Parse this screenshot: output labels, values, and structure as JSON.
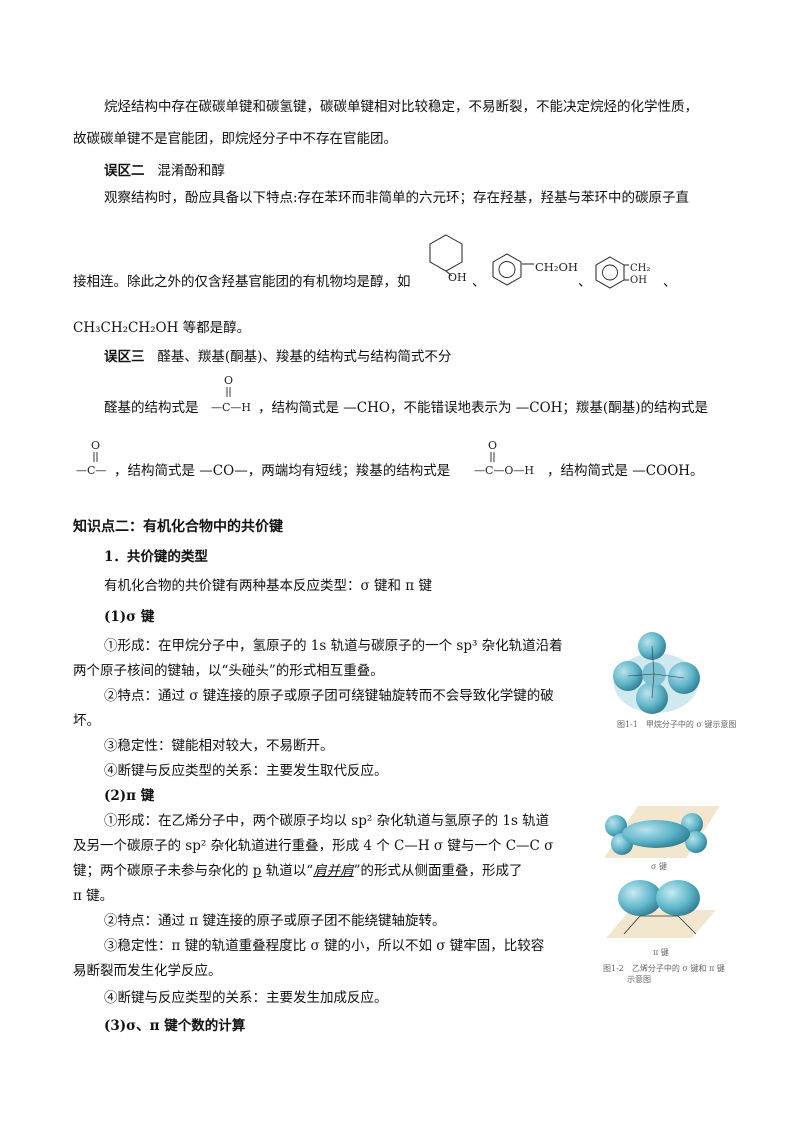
{
  "intro": {
    "line1": "烷烃结构中存在碳碳单键和碳氢键，碳碳单键相对比较稳定，不易断裂，不能决定烷烃的化学性质，",
    "line2": "故碳碳单键不是官能团，即烷烃分子中不存在官能团。"
  },
  "err2": {
    "label": "误区二",
    "title": "混淆酚和醇",
    "line1": "观察结构时，酚应具备以下特点:存在苯环而非简单的六元环；存在羟基，羟基与苯环中的碳原子直",
    "line2": "接相连。除此之外的仅含羟基官能团的有机物均是醇，如",
    "sep1": "、",
    "sep2": "、",
    "sep3": "、",
    "s1_oh": "OH",
    "s2_label": "CH₂OH",
    "s3_ch2": "CH₂",
    "s3_oh": "OH",
    "line3": "CH₃CH₂CH₂OH 等都是醇。"
  },
  "err3": {
    "label": "误区三",
    "title": "醛基、羰基(酮基)、羧基的结构式与结构简式不分",
    "l1a": "醛基的结构式是",
    "l1b": "，结构简式是 —CHO，不能错误地表示为 —COH；羰基(酮基)的结构式是",
    "l2a": "，结构简式是 —CO—，两端均有短线；羧基的结构式是",
    "l2b": "，结构简式是 —COOH。",
    "ald_o": "O",
    "ald_c": "—C—H",
    "ket_o": "O",
    "ket_c": "—C—",
    "carb_o": "O",
    "carb_c": "—C—O—H"
  },
  "kp2": {
    "title": "知识点二：有机化合物中的共价键",
    "sub1": "1．共价键的类型",
    "intro": "有机化合物的共价键有两种基本反应类型：σ 键和 π 键",
    "sigma": {
      "head": "(1)σ 键",
      "f1": "①形成：在甲烷分子中，氢原子的 1s 轨道与碳原子的一个 sp³ 杂化轨道沿着",
      "f2": "两个原子核间的键轴，以“头碰头”的形式相互重叠。",
      "t1": "②特点：通过 σ 键连接的原子或原子团可绕键轴旋转而不会导致化学键的破",
      "t2": "坏。",
      "s1": "③稳定性：键能相对较大，不易断开。",
      "r1": "④断键与反应类型的关系：主要发生取代反应。"
    },
    "pi": {
      "head": "(2)π 键",
      "f1": "①形成：在乙烯分子中，两个碳原子均以 sp² 杂化轨道与氢原子的 1s 轨道",
      "f2": "及另一个碳原子的 sp² 杂化轨道进行重叠，形成 4 个 C—H σ 键与一个 C—C σ",
      "f3a": "键；两个碳原子未参与杂化的 ",
      "f3u1": "p",
      "f3b": " 轨道以“",
      "f3u2": "肩并肩",
      "f3c": "”的形式从侧面重叠，形成了",
      "f4": "π 键。",
      "t1": "②特点：通过 π 键连接的原子或原子团不能绕键轴旋转。",
      "s1": "③稳定性：π 键的轨道重叠程度比 σ 键的小，所以不如 σ 键牢固，比较容",
      "s2": "易断裂而发生化学反应。",
      "r1": "④断键与反应类型的关系：主要发生加成反应。"
    },
    "count_head": "(3)σ、π 键个数的计算"
  },
  "fig1": {
    "caption": "图1-1　甲烷分子中的 σ 键示意图"
  },
  "fig2": {
    "sigma_label": "σ 键",
    "pi_label": "π 键",
    "caption1": "图1-2　乙烯分子中的 σ 键和 π 键",
    "caption2": "示意图"
  }
}
